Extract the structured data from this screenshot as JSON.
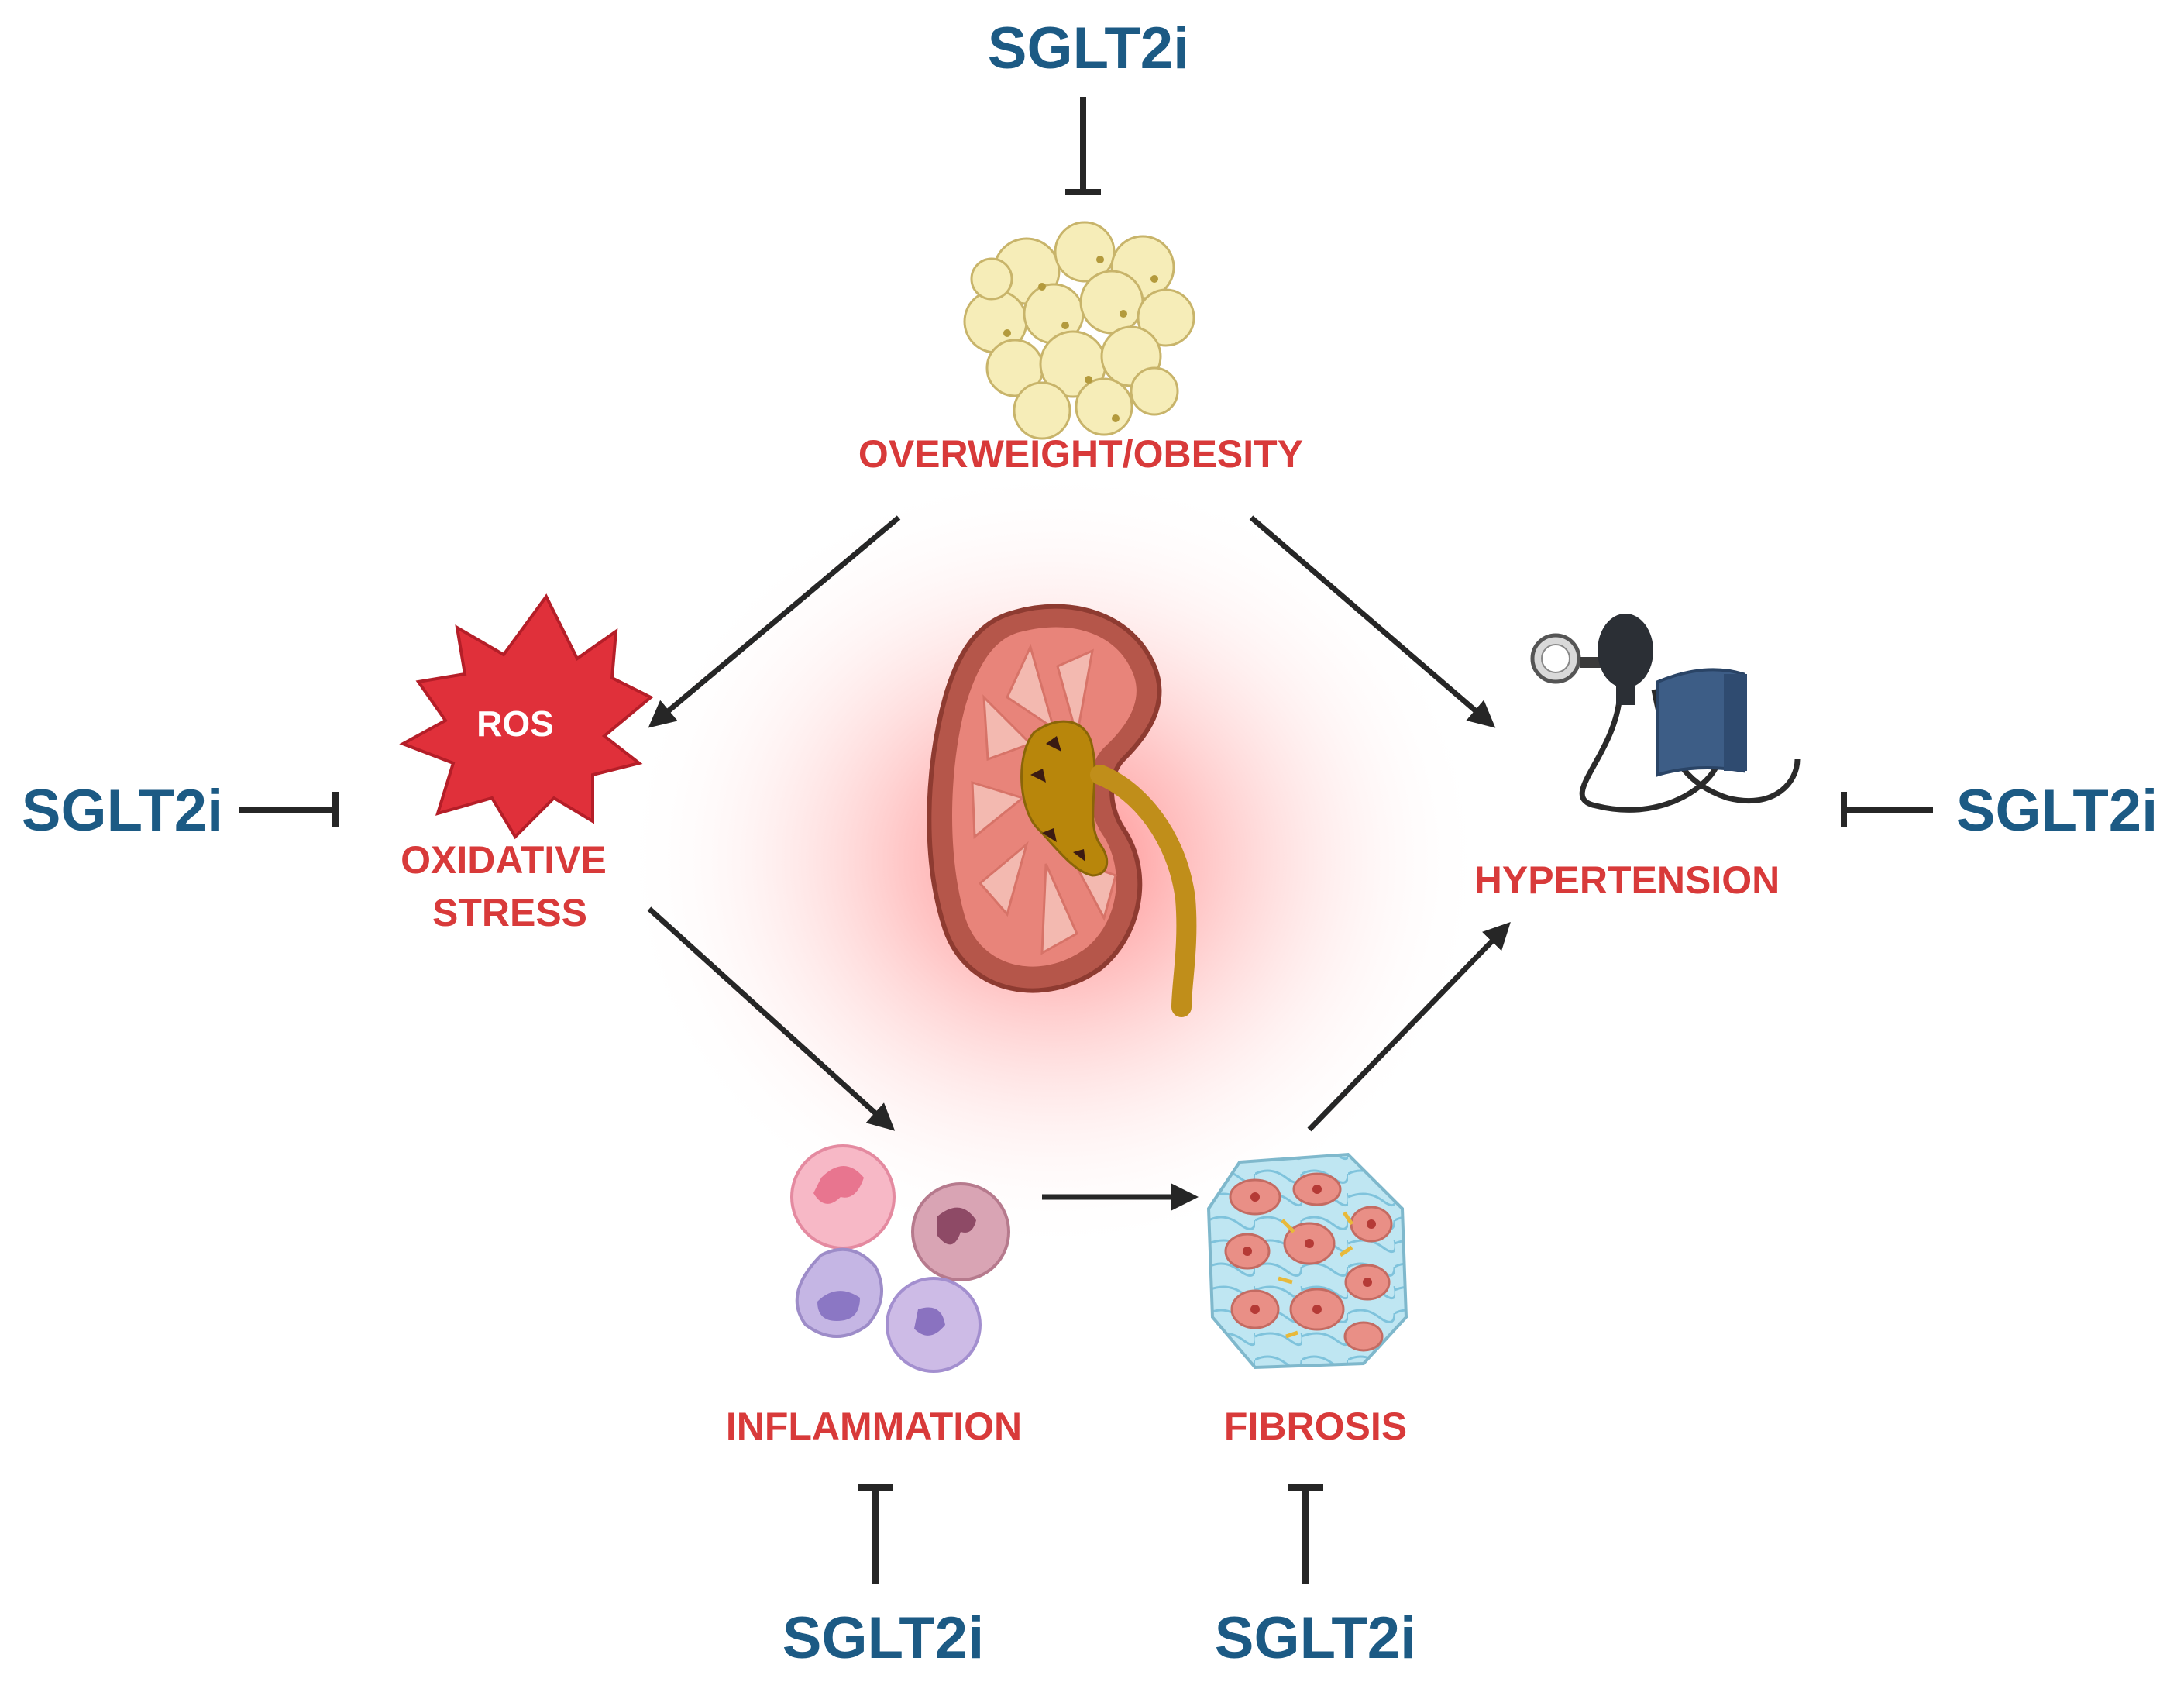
{
  "labels": {
    "obesity": "OVERWEIGHT/OBESITY",
    "oxidative_line1": "OXIDATIVE",
    "oxidative_line2": "STRESS",
    "ros": "ROS",
    "hypertension": "HYPERTENSION",
    "inflammation": "INFLAMMATION",
    "fibrosis": "FIBROSIS"
  },
  "inhibitor": {
    "top": "SGLT2i",
    "left": "SGLT2i",
    "right": "SGLT2i",
    "bottom_left": "SGLT2i",
    "bottom_right": "SGLT2i"
  },
  "colors": {
    "label_red": "#d83a3a",
    "inhibitor_blue": "#1c5a84",
    "arrow": "#262626",
    "kidney_glow": "#ff8a8a"
  },
  "icons": [
    "adipocytes-icon",
    "ros-burst-icon",
    "kidney-icon",
    "blood-pressure-monitor-icon",
    "immune-cells-icon",
    "fibrotic-tissue-icon"
  ]
}
